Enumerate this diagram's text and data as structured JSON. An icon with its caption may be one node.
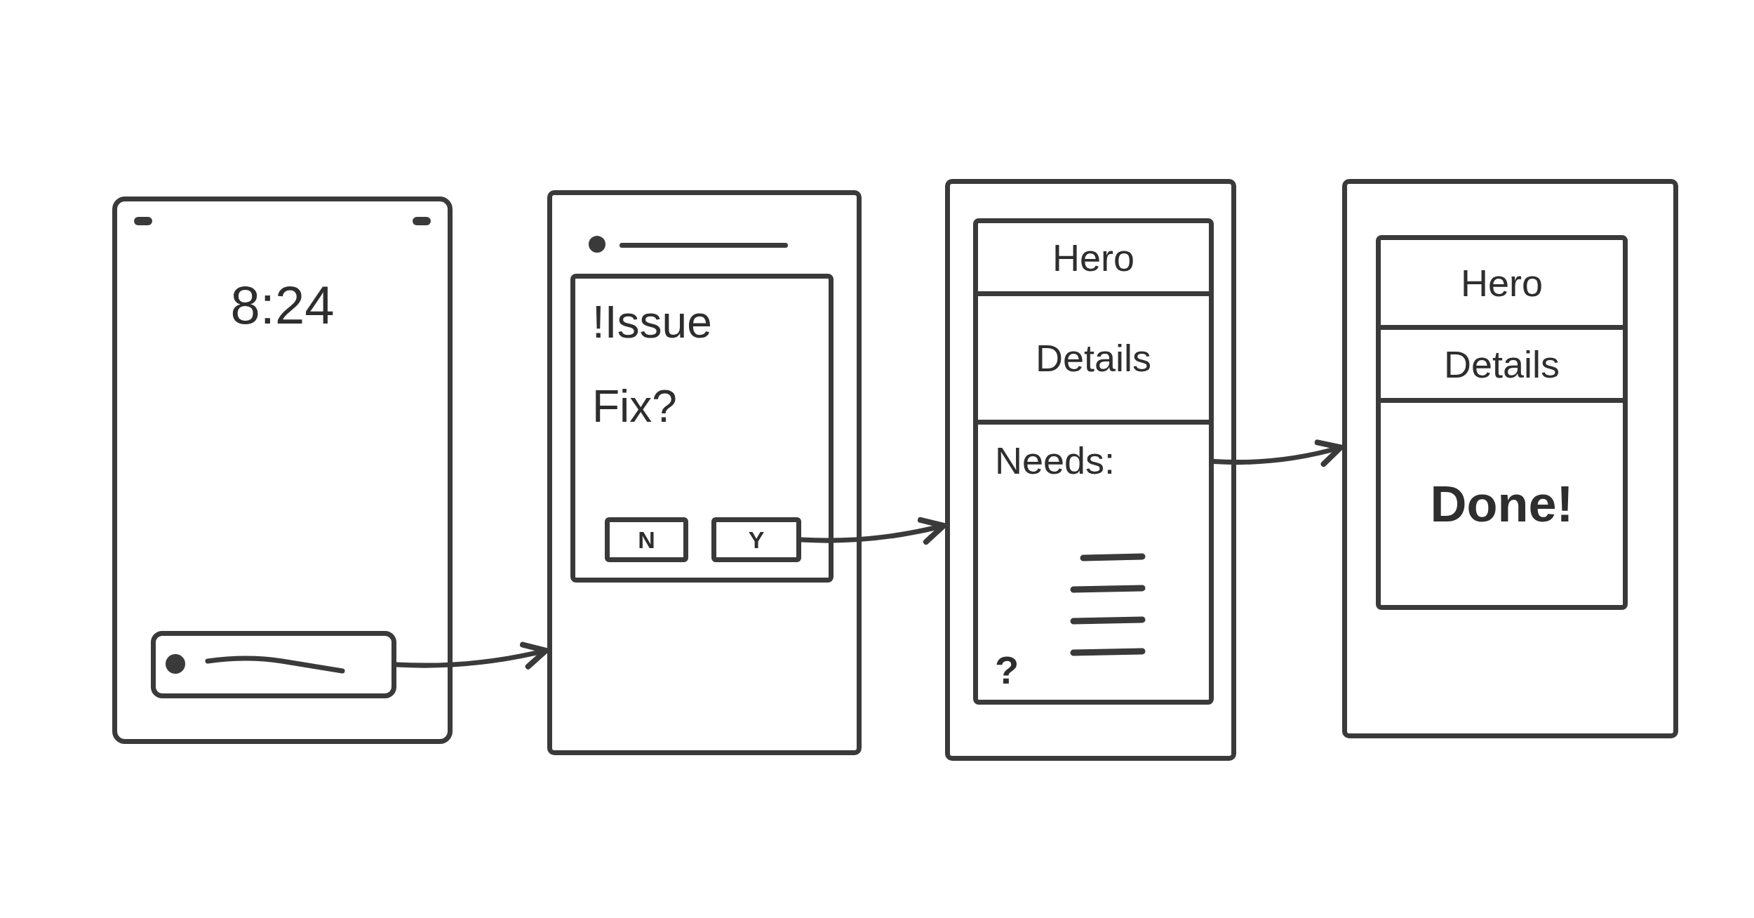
{
  "diagram": {
    "nodes": [
      {
        "text": [
          "8:24"
        ]
      },
      {
        "text": [],
        "shape": "box",
        "in": 0
      },
      {
        "text": [],
        "shape": "box"
      },
      {
        "text": [
          "!Issue",
          "Fix?"
        ],
        "in": 2
      },
      {
        "text": [
          "N"
        ],
        "in": 3
      },
      {
        "text": [
          "Y"
        ],
        "in": 3
      },
      {
        "text": [],
        "shape": "box"
      },
      {
        "text": [],
        "shape": "box",
        "in": 6
      },
      {
        "text": [
          "Hero"
        ],
        "in": 7
      },
      {
        "text": [
          "Details"
        ],
        "in": 7
      },
      {
        "text": [
          "Needs:",
          "?"
        ],
        "in": 7
      },
      {
        "text": [],
        "shape": "box"
      },
      {
        "text": [],
        "shape": "box",
        "in": 11
      },
      {
        "text": [
          "Hero"
        ],
        "in": 12
      },
      {
        "text": [
          "Details"
        ],
        "in": 12
      },
      {
        "text": [
          "Done!"
        ],
        "in": 12
      }
    ],
    "edges": [
      {
        "from": 1,
        "to": 2,
        "arrow": "to"
      },
      {
        "from": 5,
        "to": 6,
        "arrow": "to"
      },
      {
        "from": 7,
        "to": 11,
        "arrow": "to"
      }
    ]
  }
}
